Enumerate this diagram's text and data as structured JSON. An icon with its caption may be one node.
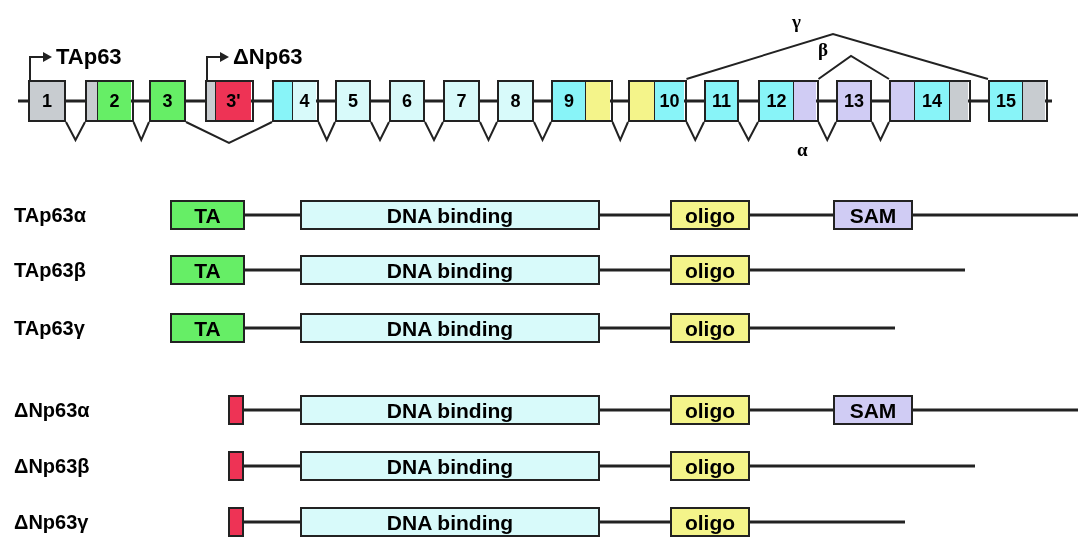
{
  "diagram": {
    "nodes": [
      {
        "text": [
          "1"
        ]
      },
      {
        "text": [
          "2"
        ]
      },
      {
        "text": [
          "3"
        ]
      },
      {
        "text": [
          "3'"
        ]
      },
      {
        "text": [
          "4"
        ]
      },
      {
        "text": [
          "5"
        ]
      },
      {
        "text": [
          "6"
        ]
      },
      {
        "text": [
          "7"
        ]
      },
      {
        "text": [
          "8"
        ]
      },
      {
        "text": [
          "9"
        ]
      },
      {
        "text": [
          "10"
        ]
      },
      {
        "text": [
          "11"
        ]
      },
      {
        "text": [
          "12"
        ]
      },
      {
        "text": [
          "13"
        ]
      },
      {
        "text": [
          "14"
        ]
      },
      {
        "text": [
          "15"
        ]
      },
      {
        "text": [
          "TA"
        ]
      },
      {
        "text": [
          "DNA binding"
        ]
      },
      {
        "text": [
          "oligo"
        ]
      },
      {
        "text": [
          "SAM"
        ]
      },
      {
        "text": [
          "TA"
        ]
      },
      {
        "text": [
          "DNA binding"
        ]
      },
      {
        "text": [
          "oligo"
        ]
      },
      {
        "text": [
          "TA"
        ]
      },
      {
        "text": [
          "DNA binding"
        ]
      },
      {
        "text": [
          "oligo"
        ]
      },
      {
        "text": [],
        "shape": "box"
      },
      {
        "text": [
          "DNA binding"
        ]
      },
      {
        "text": [
          "oligo"
        ]
      },
      {
        "text": [
          "SAM"
        ]
      },
      {
        "text": [],
        "shape": "box"
      },
      {
        "text": [
          "DNA binding"
        ]
      },
      {
        "text": [
          "oligo"
        ]
      },
      {
        "text": [],
        "shape": "box"
      },
      {
        "text": [
          "DNA binding"
        ]
      },
      {
        "text": [
          "oligo"
        ]
      }
    ],
    "edges": [
      {
        "from": 0,
        "to": 1,
        "arrow": "none"
      },
      {
        "from": 1,
        "to": 2,
        "arrow": "none"
      },
      {
        "from": 2,
        "to": 4,
        "arrow": "none"
      },
      {
        "from": 4,
        "to": 5,
        "arrow": "none"
      },
      {
        "from": 5,
        "to": 6,
        "arrow": "none"
      },
      {
        "from": 6,
        "to": 7,
        "arrow": "none"
      },
      {
        "from": 7,
        "to": 8,
        "arrow": "none"
      },
      {
        "from": 8,
        "to": 9,
        "arrow": "none"
      },
      {
        "from": 9,
        "to": 10,
        "arrow": "none"
      },
      {
        "from": 10,
        "to": 11,
        "arrow": "none"
      },
      {
        "from": 11,
        "to": 12,
        "arrow": "none"
      },
      {
        "from": 12,
        "to": 13,
        "arrow": "none",
        "label": "α"
      },
      {
        "from": 13,
        "to": 14,
        "arrow": "none"
      },
      {
        "from": 10,
        "to": 15,
        "arrow": "none",
        "label": "γ"
      },
      {
        "from": 12,
        "to": 14,
        "arrow": "none",
        "label": "β"
      },
      {
        "from": 16,
        "to": 17,
        "arrow": "none"
      },
      {
        "from": 17,
        "to": 18,
        "arrow": "none"
      },
      {
        "from": 18,
        "to": 19,
        "arrow": "none"
      },
      {
        "from": 19,
        "to": null,
        "arrow": "none"
      },
      {
        "from": 20,
        "to": 21,
        "arrow": "none"
      },
      {
        "from": 21,
        "to": 22,
        "arrow": "none"
      },
      {
        "from": 22,
        "to": null,
        "arrow": "none"
      },
      {
        "from": 23,
        "to": 24,
        "arrow": "none"
      },
      {
        "from": 24,
        "to": 25,
        "arrow": "none"
      },
      {
        "from": 25,
        "to": null,
        "arrow": "none"
      },
      {
        "from": 26,
        "to": 27,
        "arrow": "none"
      },
      {
        "from": 27,
        "to": 28,
        "arrow": "none"
      },
      {
        "from": 28,
        "to": 29,
        "arrow": "none"
      },
      {
        "from": 29,
        "to": null,
        "arrow": "none"
      },
      {
        "from": 30,
        "to": 31,
        "arrow": "none"
      },
      {
        "from": 31,
        "to": 32,
        "arrow": "none"
      },
      {
        "from": 32,
        "to": null,
        "arrow": "none"
      },
      {
        "from": 33,
        "to": 34,
        "arrow": "none"
      },
      {
        "from": 34,
        "to": 35,
        "arrow": "none"
      },
      {
        "from": 35,
        "to": null,
        "arrow": "none"
      }
    ],
    "labels": [
      "TAp63",
      "ΔNp63",
      "TAp63α",
      "TAp63β",
      "TAp63γ",
      "ΔNp63α",
      "ΔNp63β",
      "ΔNp63γ"
    ]
  }
}
